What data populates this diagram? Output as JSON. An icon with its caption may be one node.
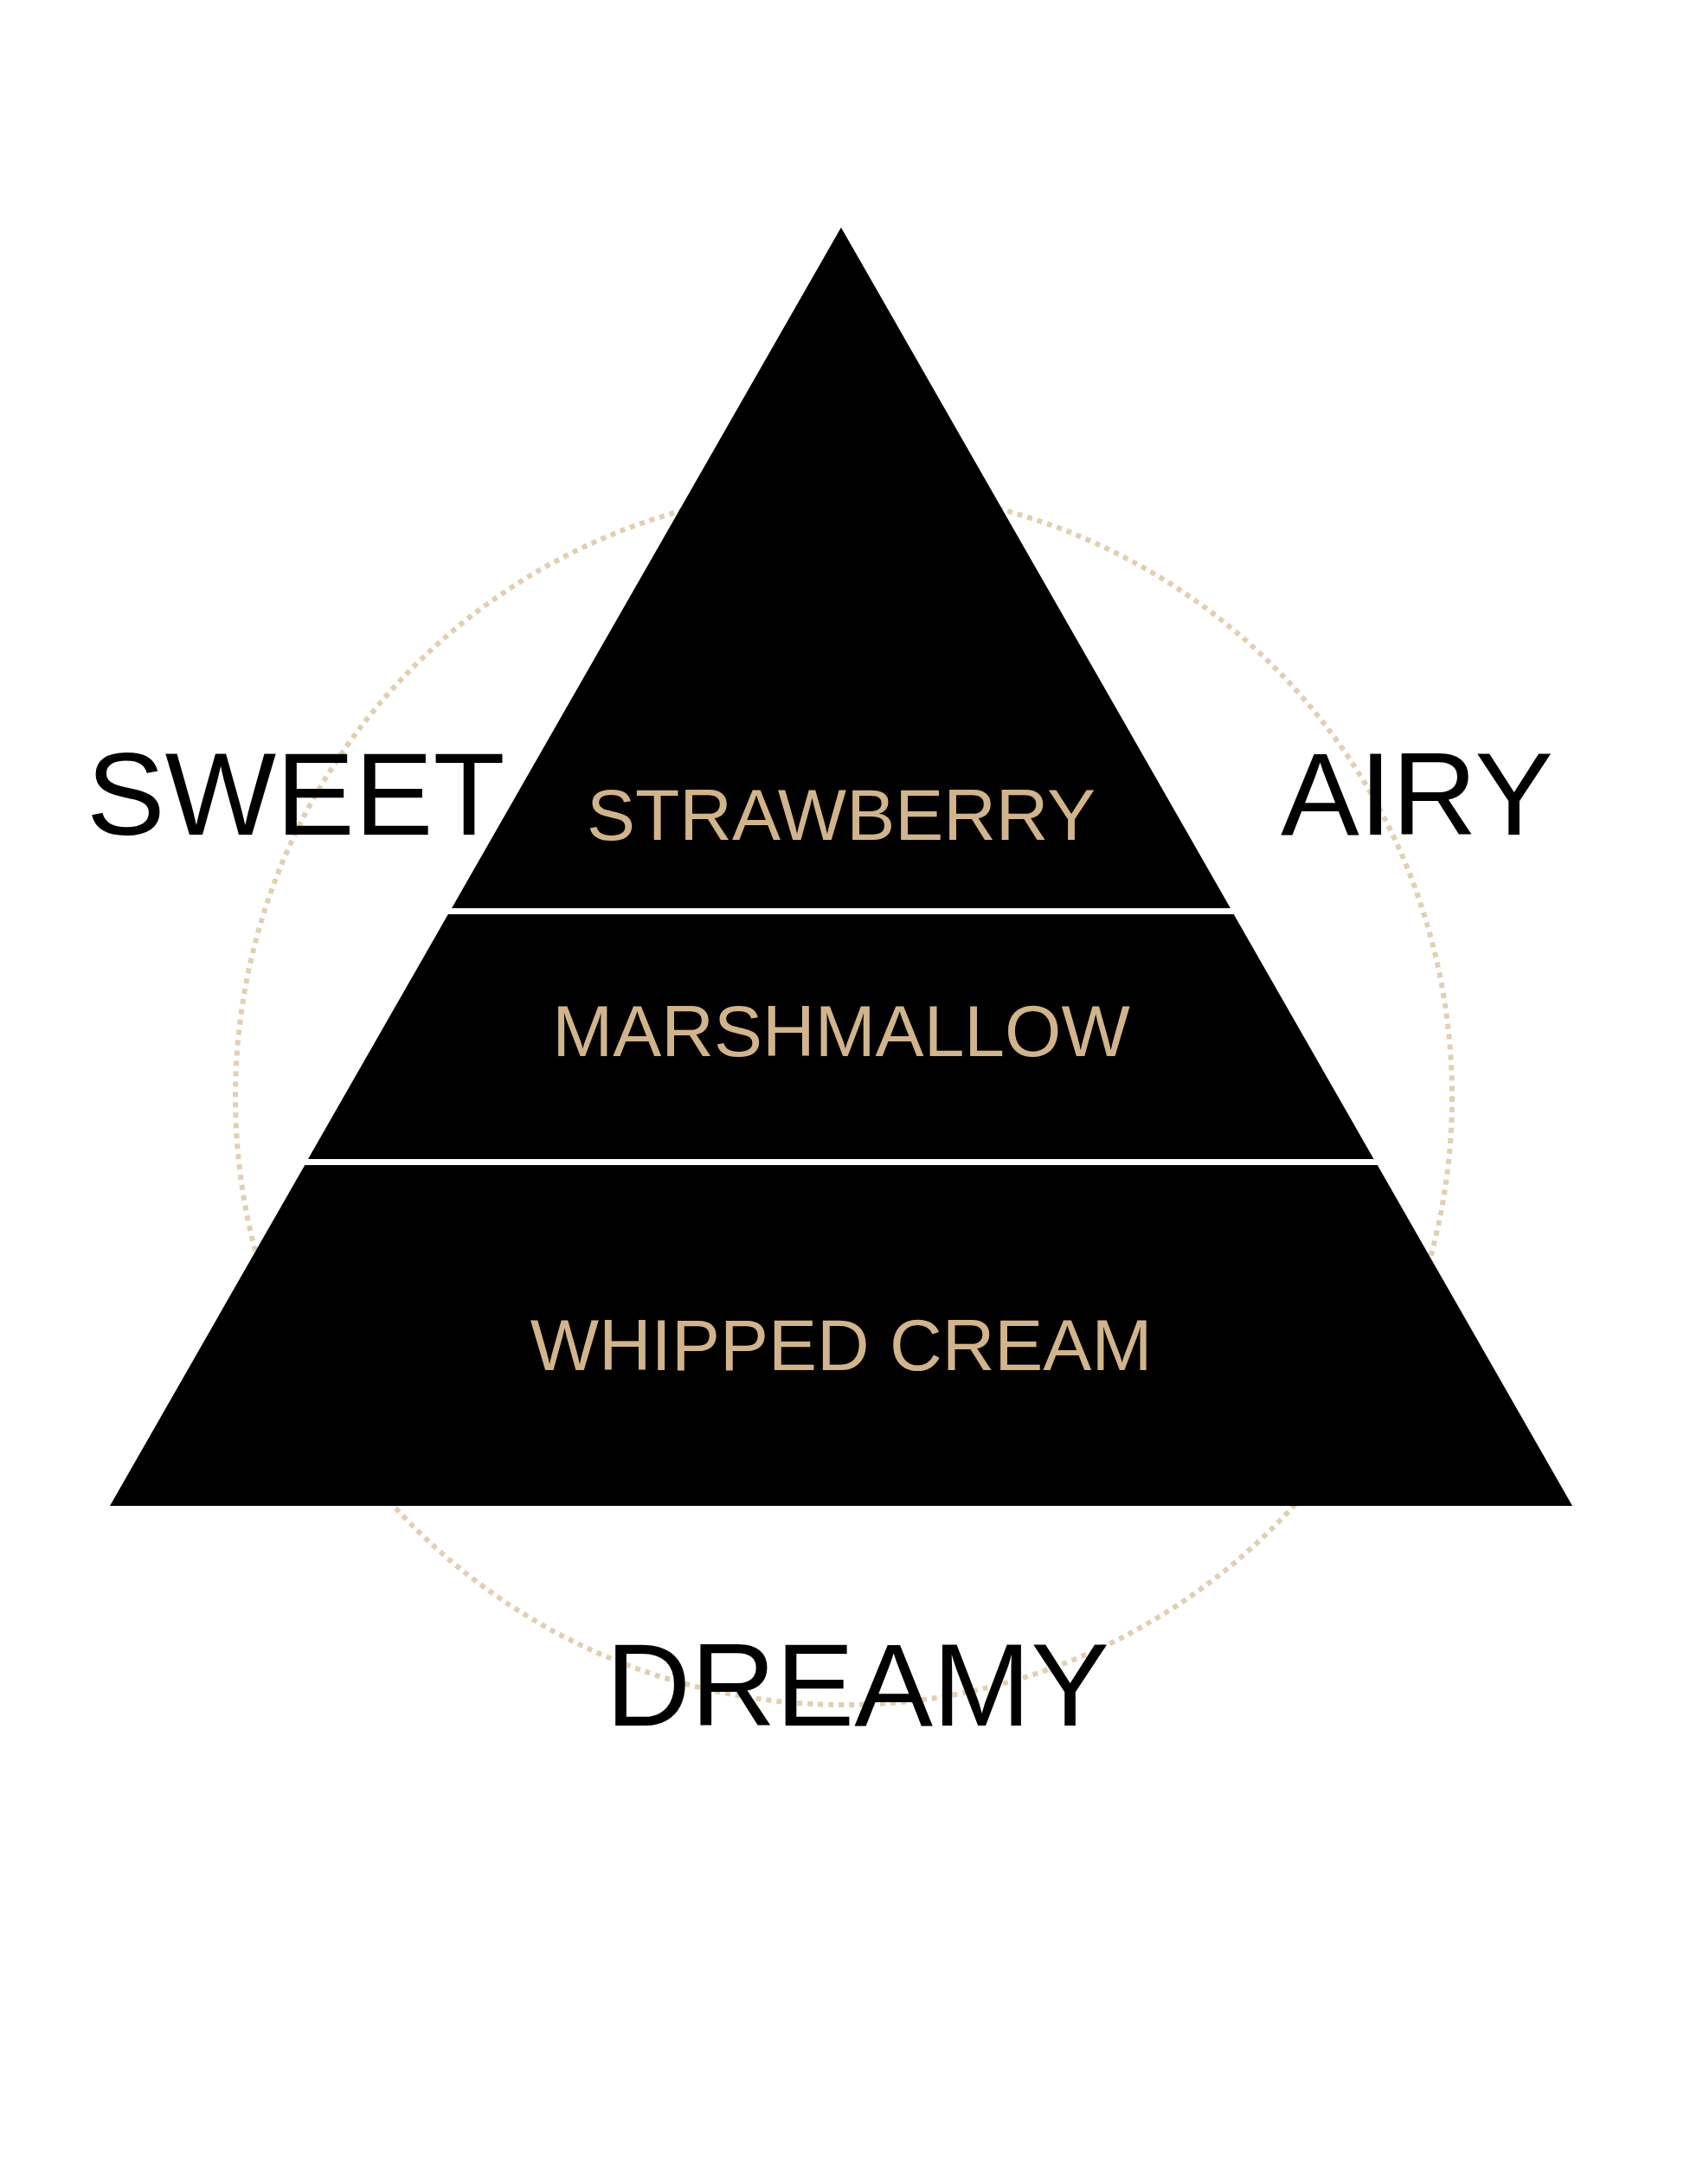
{
  "diagram": {
    "nodes": [
      {
        "text": [
          "STRAWBERRY"
        ]
      },
      {
        "text": [
          "MARSHMALLOW"
        ]
      },
      {
        "text": [
          "WHIPPED CREAM"
        ]
      }
    ],
    "labels": [
      "SWEET",
      "AIRY",
      "DREAMY"
    ]
  }
}
